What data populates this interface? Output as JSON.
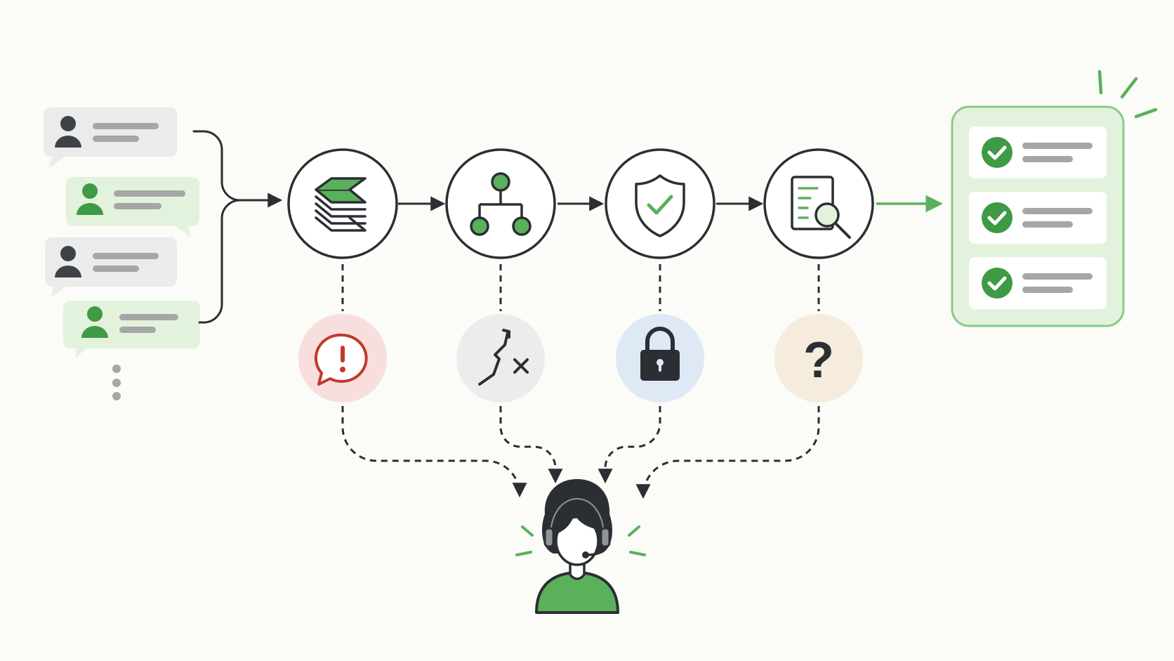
{
  "colors": {
    "background": "#fbfbf7",
    "ink": "#2b2f33",
    "green": "#5bb05c",
    "green_dark": "#3e9a45",
    "green_light": "#e3f2dc",
    "grey_bubble": "#ebebeb",
    "grey_line": "#a6a6a6",
    "alert_red": "#c0392b",
    "alert_bg": "#f9dede",
    "failure_bg": "#ececec",
    "security_bg": "#dfe9f5",
    "unknown_bg": "#f6ecdd"
  },
  "diagram": {
    "incoming_messages": [
      {
        "sender": "grey"
      },
      {
        "sender": "green"
      },
      {
        "sender": "grey"
      },
      {
        "sender": "green"
      }
    ],
    "pipeline_stages": [
      {
        "icon": "data-stack-icon"
      },
      {
        "icon": "routing-tree-icon"
      },
      {
        "icon": "shield-check-icon"
      },
      {
        "icon": "document-search-icon"
      }
    ],
    "exceptions": [
      {
        "icon": "alert-bubble-icon"
      },
      {
        "icon": "broken-trend-icon"
      },
      {
        "icon": "padlock-icon"
      },
      {
        "icon": "question-mark-icon",
        "glyph": "?"
      }
    ],
    "resolved_items": [
      {
        "icon": "check-circle-icon"
      },
      {
        "icon": "check-circle-icon"
      },
      {
        "icon": "check-circle-icon"
      }
    ],
    "human_agent": {
      "icon": "support-agent-icon"
    }
  }
}
